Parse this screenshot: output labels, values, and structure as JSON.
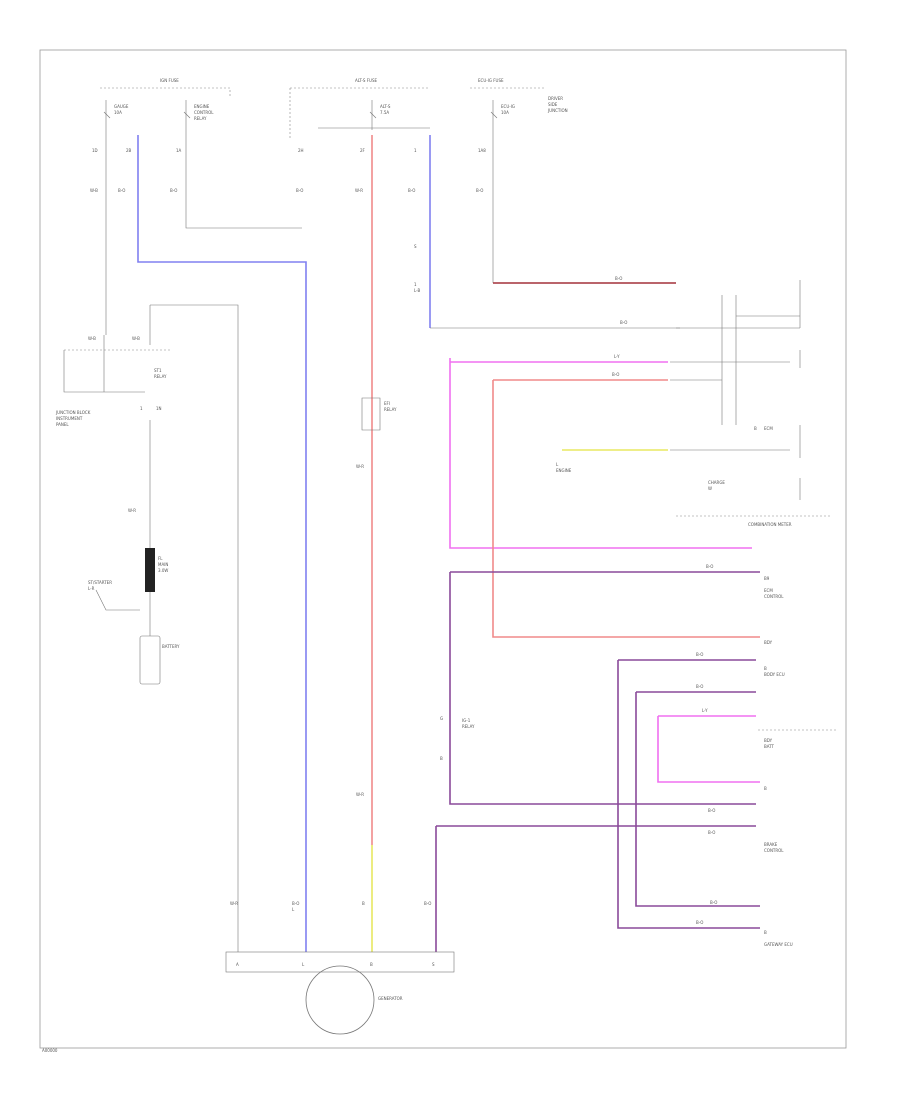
{
  "diagram": {
    "generator_label": "GENERATOR",
    "battery_label": "BATTERY",
    "ground_label": "A",
    "junction_block_label": "JUNCTION BLOCK",
    "ecm_label": "ECM",
    "combination_meter_label": "COMBINATION METER",
    "body_ecu_label": "BODY ECU",
    "gateway_ecu_label": "GATEWAY ECU",
    "footer_code": "A00000"
  },
  "colors": {
    "red": "#f08a8a",
    "blue": "#8080f0",
    "magenta": "#f070f0",
    "purple": "#8a4a9a",
    "yellow": "#e8e860",
    "dark_red": "#a3303a"
  }
}
